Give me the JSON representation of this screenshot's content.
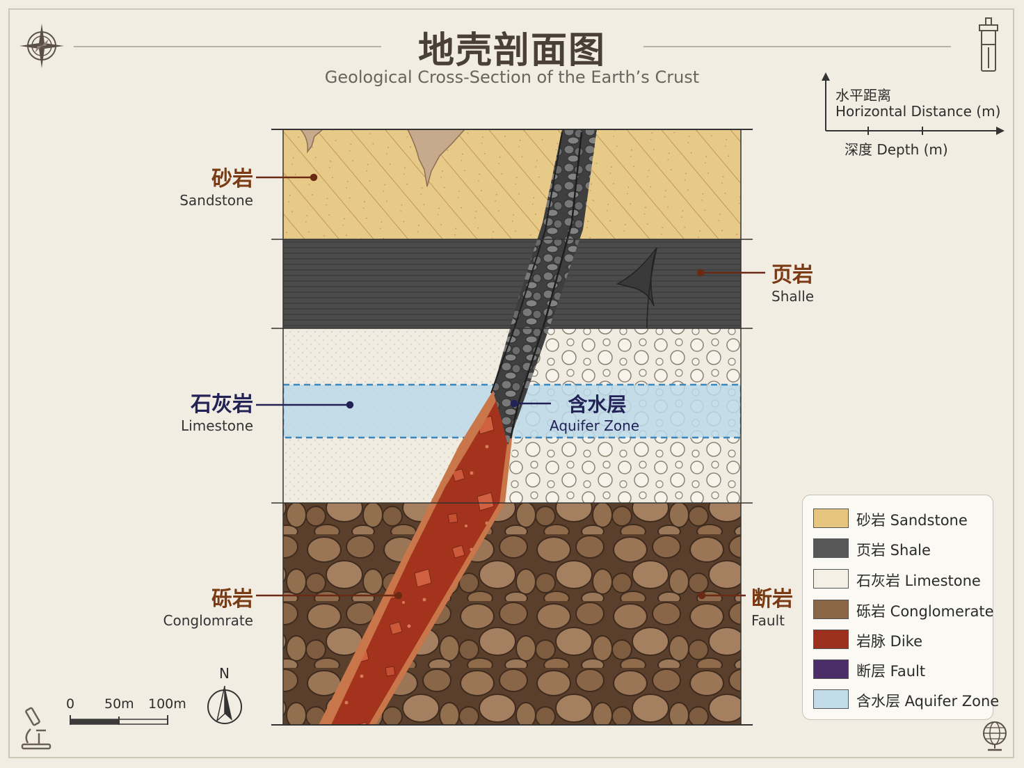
{
  "title": "地壳剖面图",
  "subtitle": "Geological Cross-Section of the Earth’s Crust",
  "labels": {
    "sandstone": {
      "zh": "砂岩",
      "en": "Sandstone"
    },
    "shale": {
      "zh": "页岩",
      "en": "Shalle"
    },
    "limestone": {
      "zh": "石灰岩",
      "en": "Limestone"
    },
    "aquifer": {
      "zh": "含水层",
      "en": "Aquifer Zone"
    },
    "conglomerate": {
      "zh": "砾岩",
      "en": "Conglomrate"
    },
    "fault": {
      "zh": "断岩",
      "en": "Fault"
    }
  },
  "axis": {
    "horizontal_zh": "水平距离",
    "horizontal_en": "Horizontal Distance (m)",
    "depth": "深度 Depth (m)"
  },
  "scale_bar": {
    "ticks": [
      "0",
      "50m",
      "100m"
    ]
  },
  "north_label": "N",
  "legend": [
    {
      "label": "砂岩 Sandstone",
      "color": "#e6c580"
    },
    {
      "label": "页岩 Shale",
      "color": "#575757"
    },
    {
      "label": "石灰岩 Limestone",
      "color": "#f4f0e6"
    },
    {
      "label": "砾岩 Conglomerate",
      "color": "#8b6647"
    },
    {
      "label": "岩脉 Dike",
      "color": "#9c2f1d"
    },
    {
      "label": "断层 Fault",
      "color": "#4b2d68"
    },
    {
      "label": "含水层 Aquifer Zone",
      "color": "#c3dcea"
    }
  ],
  "colors": {
    "sandstone": "#e7c988",
    "shale": "#4a4a4a",
    "limestone": "#f1ece1",
    "aquifer": "#bcd9e9",
    "conglomerate": "#7b5a3e",
    "dike": "#a7361f",
    "label_brown": "#7a3a14",
    "label_navy": "#232257"
  },
  "icons": [
    "compass-rose-icon",
    "test-tube-icon",
    "north-arrow-icon",
    "microscope-icon",
    "globe-icon"
  ]
}
